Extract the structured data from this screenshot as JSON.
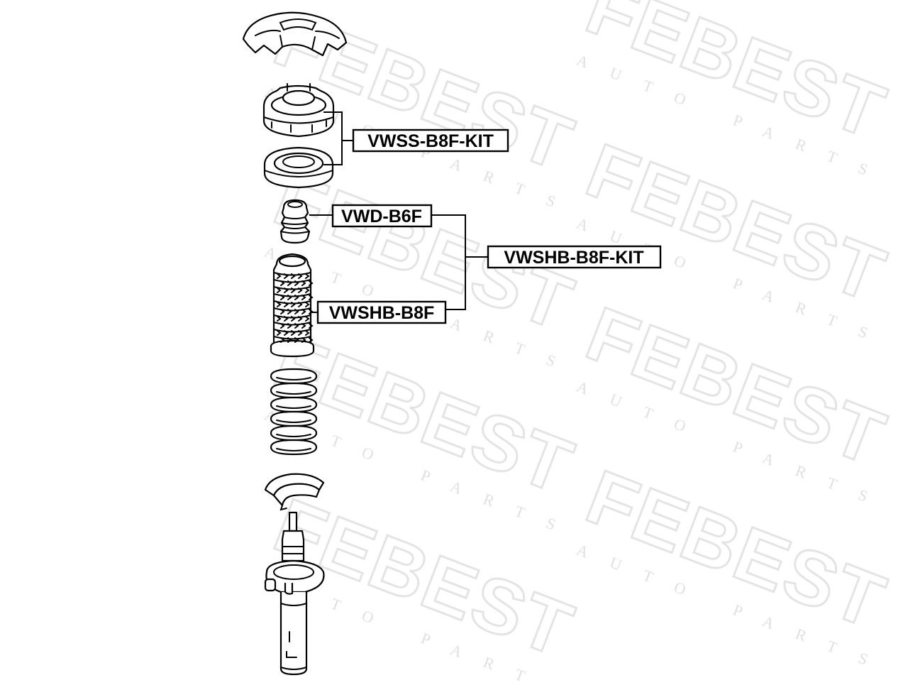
{
  "watermark": {
    "brand": "FEBEST",
    "sub": "AUTO PARTS"
  },
  "labels": {
    "top_mount_kit": "VWSS-B8F-KIT",
    "bump_stop": "VWD-B6F",
    "dust_boot_kit": "VWSHB-B8F-KIT",
    "dust_boot": "VWSHB-B8F"
  }
}
